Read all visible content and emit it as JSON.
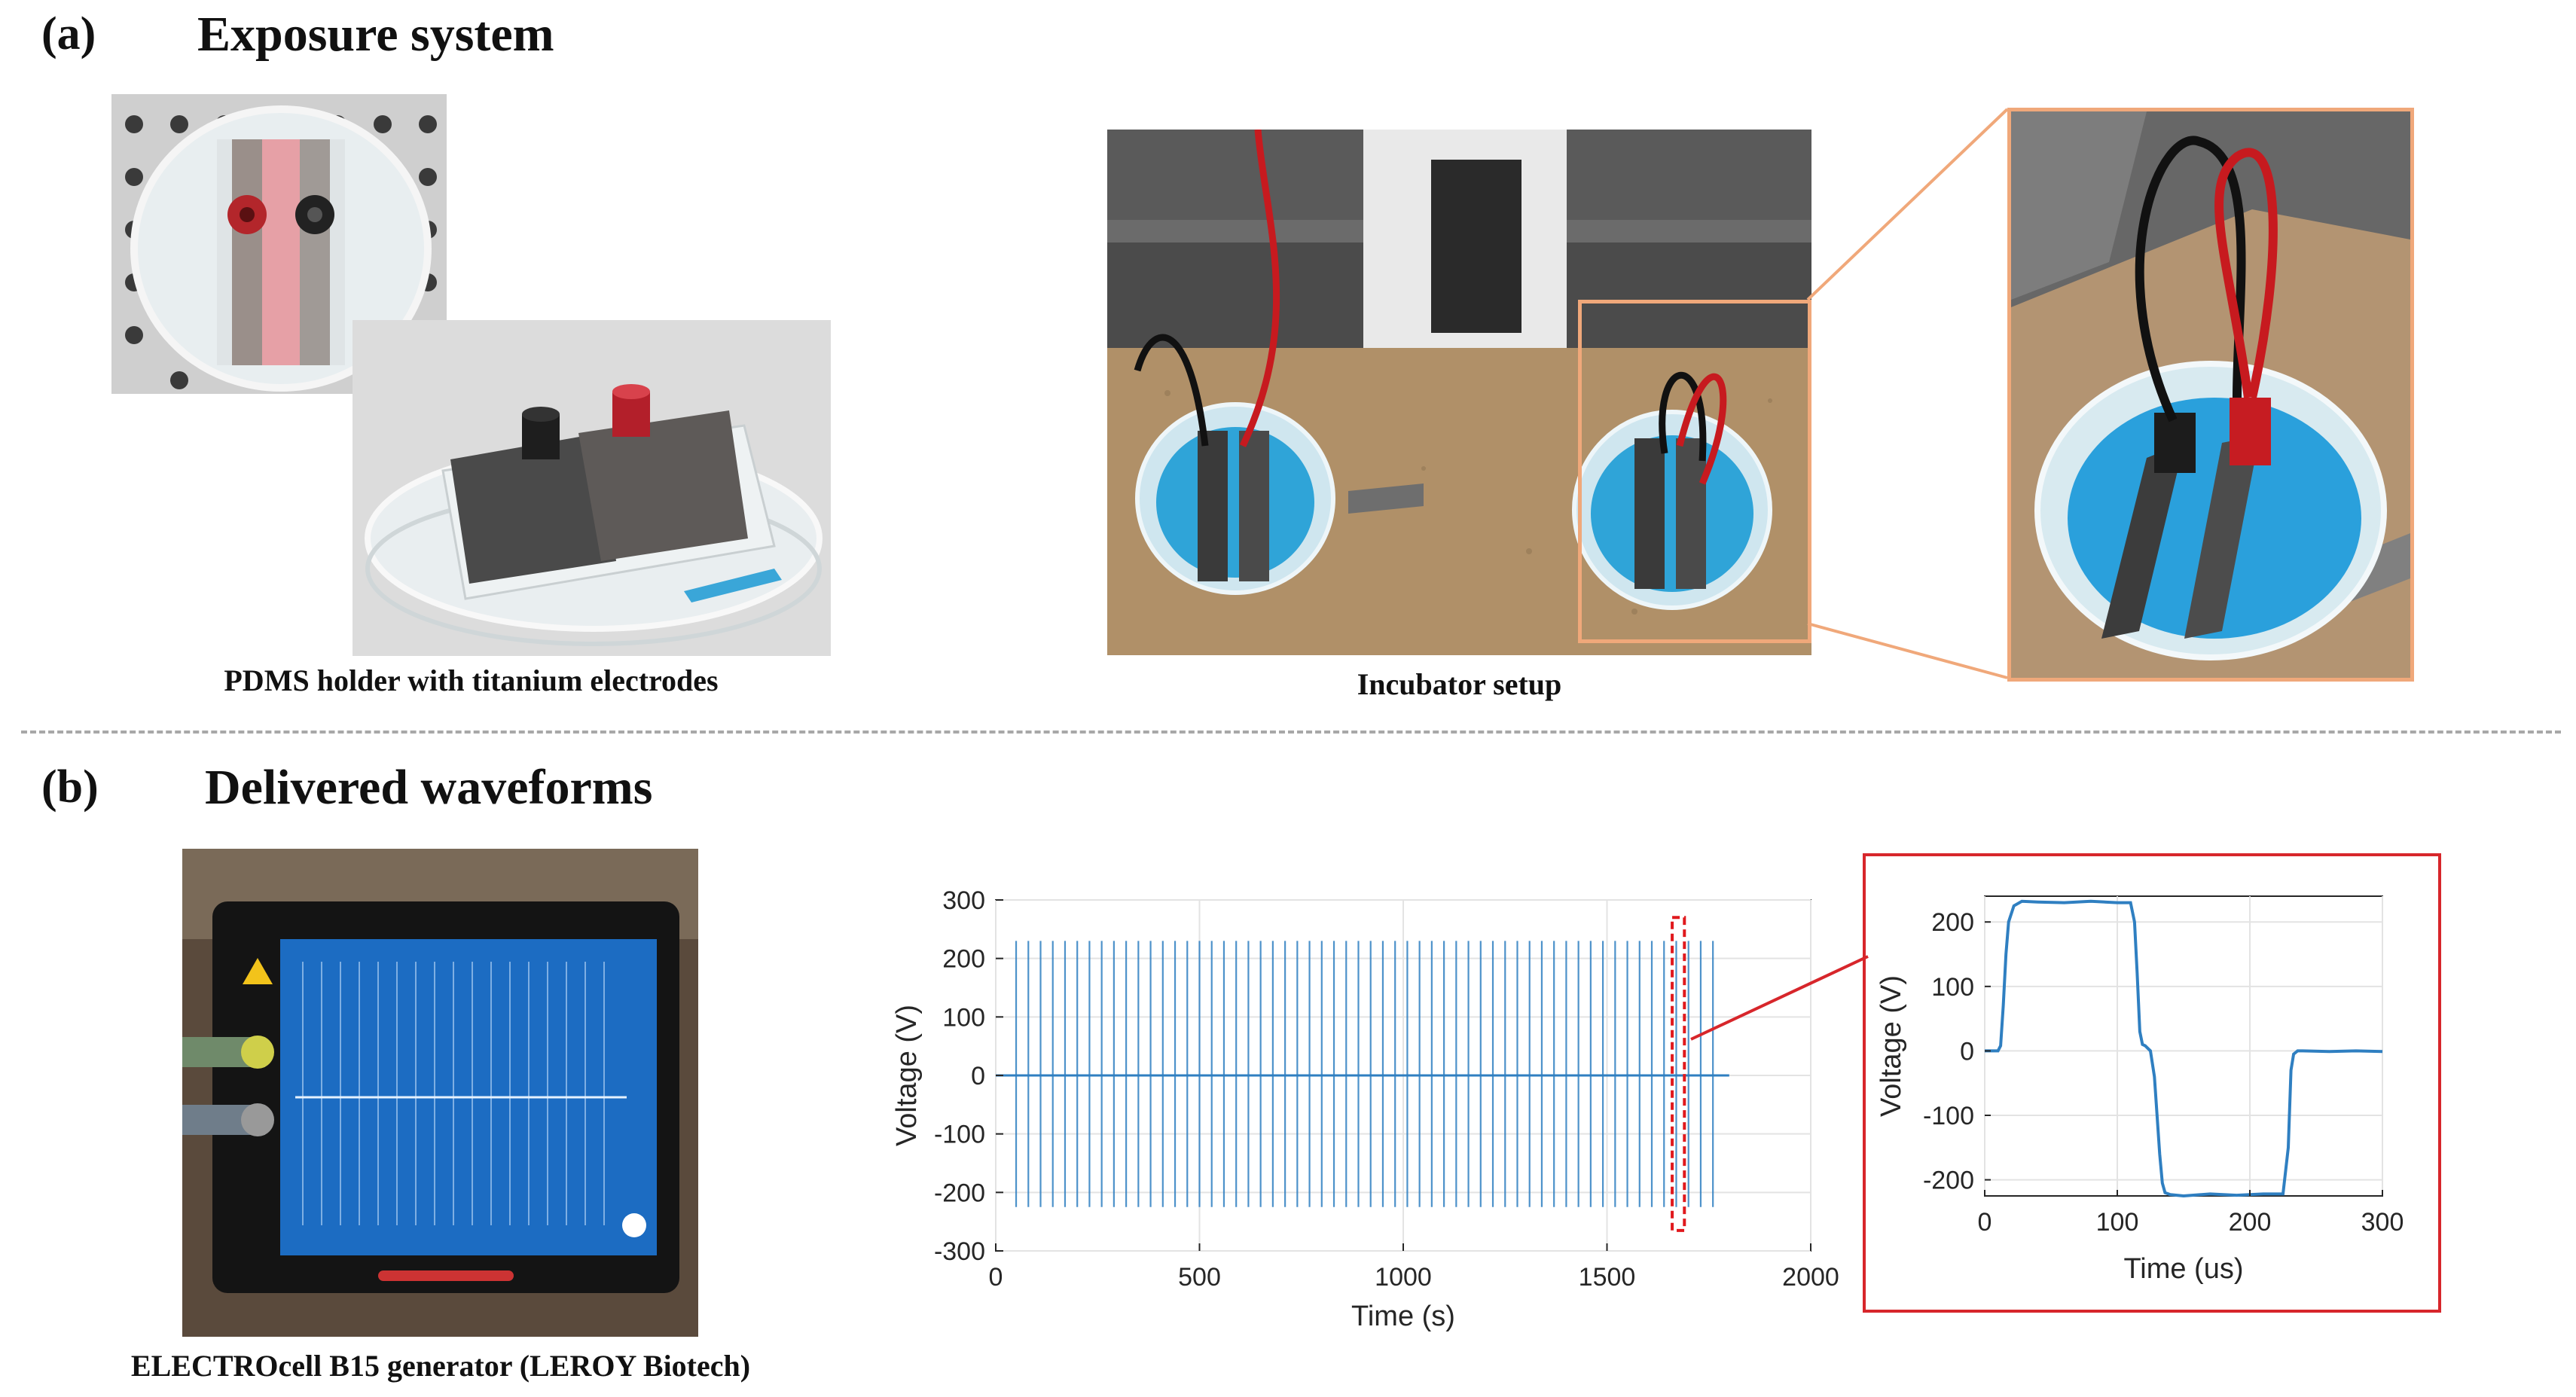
{
  "panel_a": {
    "letter": "(a)",
    "title": "Exposure system",
    "captions": {
      "holder": "PDMS holder with titanium electrodes",
      "incubator": "Incubator setup"
    }
  },
  "panel_b": {
    "letter": "(b)",
    "title": "Delivered waveforms",
    "captions": {
      "generator": "ELECTROcell B15 generator (LEROY Biotech)"
    }
  },
  "chart_data": [
    {
      "type": "line",
      "xlabel": "Time (s)",
      "ylabel": "Voltage (V)",
      "xlim": [
        0,
        2000
      ],
      "ylim": [
        -300,
        300
      ],
      "xticks": [
        0,
        500,
        1000,
        1500,
        2000
      ],
      "yticks": [
        -300,
        -200,
        -100,
        0,
        100,
        200,
        300
      ],
      "grid": true,
      "pulse_amplitude": [
        230,
        -225
      ],
      "pulse_times": [
        50,
        80,
        110,
        140,
        170,
        200,
        230,
        260,
        290,
        320,
        350,
        380,
        410,
        440,
        470,
        500,
        530,
        560,
        590,
        620,
        650,
        680,
        710,
        740,
        770,
        800,
        830,
        860,
        890,
        920,
        950,
        980,
        1010,
        1040,
        1070,
        1100,
        1130,
        1160,
        1190,
        1220,
        1250,
        1280,
        1310,
        1340,
        1370,
        1400,
        1430,
        1460,
        1490,
        1520,
        1550,
        1580,
        1610,
        1640,
        1670,
        1700,
        1730,
        1760
      ],
      "baseline_x": [
        0,
        1800
      ],
      "highlight_x": [
        1660,
        1690
      ],
      "color": "#2f7fc1"
    },
    {
      "type": "line",
      "xlabel": "Time (us)",
      "ylabel": "Voltage (V)",
      "xlim": [
        0,
        300
      ],
      "ylim": [
        -225,
        240
      ],
      "xticks": [
        0,
        100,
        200,
        300
      ],
      "yticks": [
        -200,
        -100,
        0,
        100,
        200
      ],
      "grid": true,
      "x": [
        0,
        8,
        10,
        12,
        14,
        16,
        18,
        22,
        28,
        40,
        60,
        80,
        100,
        110,
        113,
        115,
        117,
        119,
        121,
        125,
        128,
        130,
        132,
        134,
        136,
        140,
        150,
        170,
        190,
        210,
        225,
        229,
        231,
        233,
        236,
        240,
        260,
        280,
        300
      ],
      "y": [
        0,
        0,
        0,
        8,
        70,
        150,
        200,
        225,
        232,
        231,
        230,
        232,
        230,
        230,
        200,
        120,
        30,
        10,
        8,
        0,
        -40,
        -100,
        -160,
        -205,
        -220,
        -223,
        -225,
        -222,
        -224,
        -222,
        -222,
        -150,
        -30,
        -5,
        0,
        0,
        -1,
        0,
        -1
      ],
      "color": "#2f7fc1"
    }
  ],
  "colors": {
    "inset_frame": "#f0a87a",
    "chart_frame": "#d7262b",
    "highlight_box": "#e0191d",
    "series": "#2f7fc1"
  }
}
